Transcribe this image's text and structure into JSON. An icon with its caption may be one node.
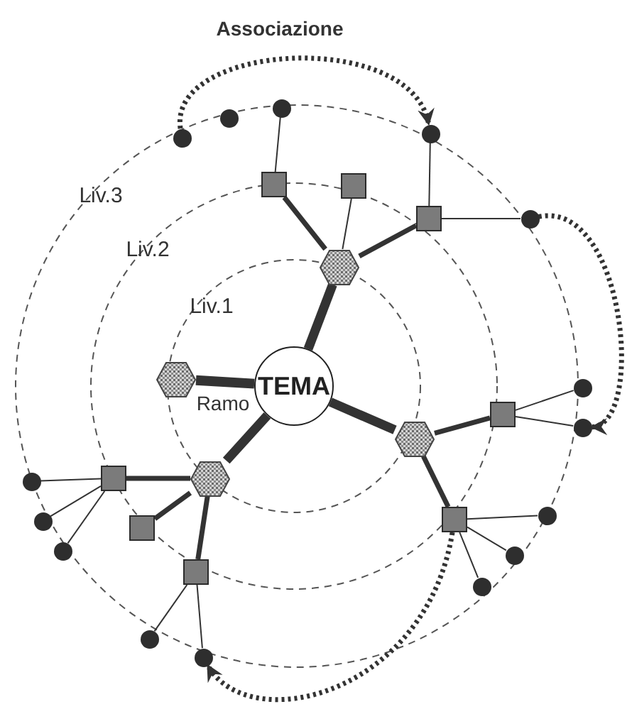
{
  "diagram": {
    "nodes": [
      {
        "text": [
          "TEMA"
        ]
      },
      {
        "text": [],
        "shape": "hexagon"
      },
      {
        "text": [],
        "shape": "hexagon"
      },
      {
        "text": [],
        "shape": "hexagon"
      },
      {
        "text": [],
        "shape": "hexagon"
      },
      {
        "text": [],
        "shape": "square"
      },
      {
        "text": [],
        "shape": "square"
      },
      {
        "text": [],
        "shape": "square"
      },
      {
        "text": [],
        "shape": "square"
      },
      {
        "text": [],
        "shape": "square"
      },
      {
        "text": [],
        "shape": "square"
      },
      {
        "text": [],
        "shape": "square"
      },
      {
        "text": [],
        "shape": "square"
      },
      {
        "text": [],
        "shape": "circle"
      },
      {
        "text": [],
        "shape": "circle"
      },
      {
        "text": [],
        "shape": "circle"
      },
      {
        "text": [],
        "shape": "circle"
      },
      {
        "text": [],
        "shape": "circle"
      },
      {
        "text": [],
        "shape": "circle"
      },
      {
        "text": [],
        "shape": "circle"
      },
      {
        "text": [],
        "shape": "circle"
      },
      {
        "text": [],
        "shape": "circle"
      },
      {
        "text": [],
        "shape": "circle"
      },
      {
        "text": [],
        "shape": "circle"
      },
      {
        "text": [],
        "shape": "circle"
      },
      {
        "text": [],
        "shape": "circle"
      },
      {
        "text": [],
        "shape": "circle"
      },
      {
        "text": [],
        "shape": "circle"
      }
    ],
    "edges": [
      {
        "from": 0,
        "to": 1,
        "arrow": "none",
        "style": "thick"
      },
      {
        "from": 0,
        "to": 2,
        "arrow": "none",
        "style": "thick",
        "label": "Ramo"
      },
      {
        "from": 0,
        "to": 3,
        "arrow": "none",
        "style": "thick"
      },
      {
        "from": 0,
        "to": 4,
        "arrow": "none",
        "style": "thick"
      },
      {
        "from": 1,
        "to": 5,
        "arrow": "none",
        "style": "thick"
      },
      {
        "from": 1,
        "to": 6,
        "arrow": "none"
      },
      {
        "from": 1,
        "to": 7,
        "arrow": "none",
        "style": "thick"
      },
      {
        "from": 5,
        "to": 15,
        "arrow": "none"
      },
      {
        "from": 7,
        "to": 16,
        "arrow": "none"
      },
      {
        "from": 7,
        "to": 17,
        "arrow": "none"
      },
      {
        "from": 4,
        "to": 8,
        "arrow": "none",
        "style": "thick"
      },
      {
        "from": 4,
        "to": 12,
        "arrow": "none",
        "style": "thick"
      },
      {
        "from": 8,
        "to": 18,
        "arrow": "none"
      },
      {
        "from": 8,
        "to": 19,
        "arrow": "none"
      },
      {
        "from": 12,
        "to": 20,
        "arrow": "none"
      },
      {
        "from": 12,
        "to": 21,
        "arrow": "none"
      },
      {
        "from": 12,
        "to": 22,
        "arrow": "none"
      },
      {
        "from": 3,
        "to": 9,
        "arrow": "none",
        "style": "thick"
      },
      {
        "from": 3,
        "to": 10,
        "arrow": "none",
        "style": "thick"
      },
      {
        "from": 3,
        "to": 11,
        "arrow": "none",
        "style": "thick"
      },
      {
        "from": 9,
        "to": 23,
        "arrow": "none"
      },
      {
        "from": 9,
        "to": 24,
        "arrow": "none"
      },
      {
        "from": 9,
        "to": 25,
        "arrow": "none"
      },
      {
        "from": 11,
        "to": 26,
        "arrow": "none"
      },
      {
        "from": 11,
        "to": 27,
        "arrow": "none"
      },
      {
        "from": 13,
        "to": 16,
        "arrow": "to",
        "style": "dashed",
        "label": "Associazione"
      },
      {
        "from": 17,
        "to": 19,
        "arrow": "to",
        "style": "dashed"
      },
      {
        "from": 12,
        "to": 27,
        "arrow": "to",
        "style": "dashed"
      }
    ],
    "labels": [
      "Liv.3",
      "Liv.2",
      "Liv.1"
    ]
  }
}
